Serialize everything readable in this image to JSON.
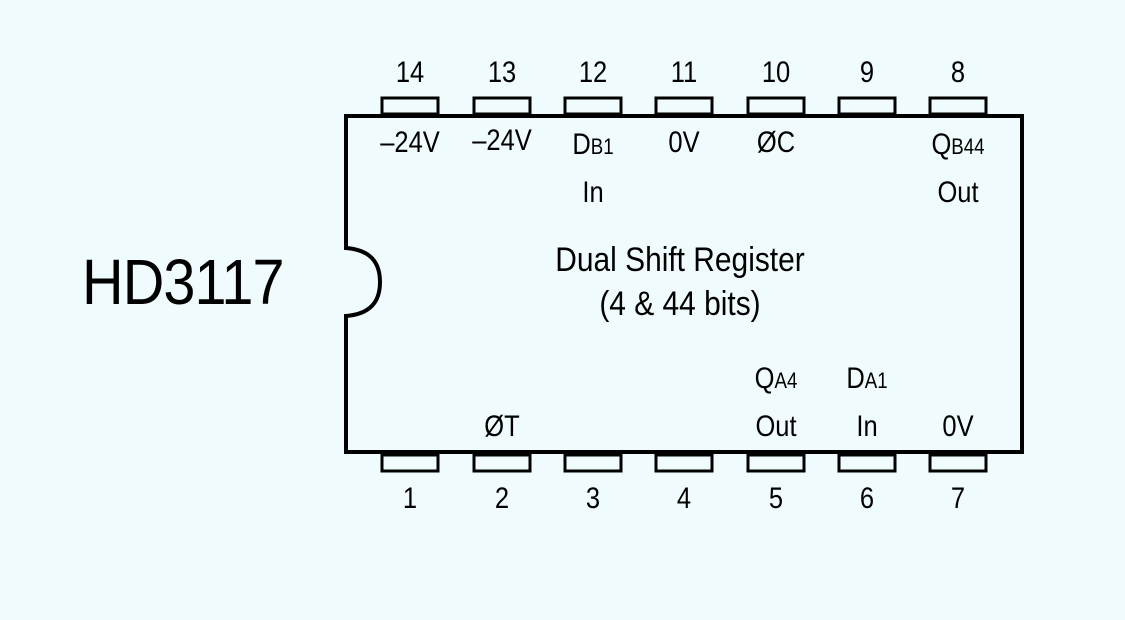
{
  "part_number": "HD3117",
  "function_line1": "Dual Shift Register",
  "function_line2": "(4 & 44 bits)",
  "pins": {
    "p14": {
      "num": "14",
      "label": "–24V"
    },
    "p13": {
      "num": "13",
      "label": "–24V"
    },
    "p12": {
      "num": "12",
      "main": "D",
      "sub": "B1",
      "line2": "In"
    },
    "p11": {
      "num": "11",
      "label": "0V"
    },
    "p10": {
      "num": "10",
      "label": "ØC"
    },
    "p9": {
      "num": "9"
    },
    "p8": {
      "num": "8",
      "main": "Q",
      "sub": "B44",
      "line2": "Out"
    },
    "p1": {
      "num": "1"
    },
    "p2": {
      "num": "2",
      "label": "ØT"
    },
    "p3": {
      "num": "3"
    },
    "p4": {
      "num": "4"
    },
    "p5": {
      "num": "5",
      "main": "Q",
      "sub": "A4",
      "line2": "Out"
    },
    "p6": {
      "num": "6",
      "main": "D",
      "sub": "A1",
      "line2": "In"
    },
    "p7": {
      "num": "7",
      "label": "0V"
    }
  }
}
